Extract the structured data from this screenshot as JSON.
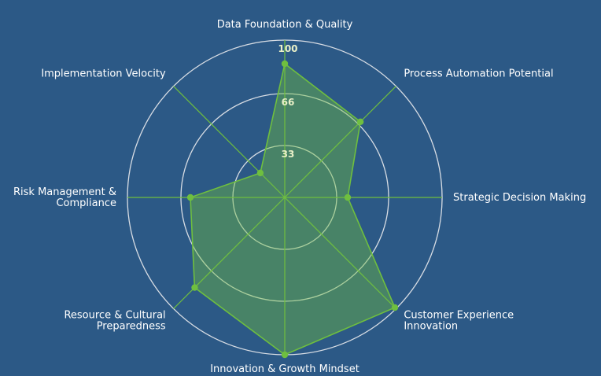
{
  "chart_data": {
    "type": "radar",
    "title": "",
    "axes": [
      "Data Foundation & Quality",
      "Process Automation Potential",
      "Strategic Decision Making",
      "Customer Experience Innovation",
      "Innovation & Growth Mindset",
      "Resource & Cultural Preparedness",
      "Risk Management & Compliance",
      "Implementation Velocity"
    ],
    "axis_label_lines": [
      [
        "Data Foundation & Quality"
      ],
      [
        "Process Automation Potential"
      ],
      [
        "Strategic Decision Making"
      ],
      [
        "Customer Experience",
        "Innovation"
      ],
      [
        "Innovation & Growth Mindset"
      ],
      [
        "Resource & Cultural",
        "Preparedness"
      ],
      [
        "Risk Management &",
        "Compliance"
      ],
      [
        "Implementation Velocity"
      ]
    ],
    "series": [
      {
        "values": [
          85,
          68,
          40,
          99,
          100,
          81,
          60,
          22
        ]
      }
    ],
    "rlim": [
      0,
      100
    ],
    "ticks": [
      33,
      66,
      100
    ],
    "tick_labels": [
      "33",
      "66",
      "100"
    ],
    "grid": true,
    "colors": {
      "background": "#2c5986",
      "grid_circle": "#d8dde4",
      "grid_spoke": "#6fbf3f",
      "series_line": "#6fbf3f",
      "series_fill": "#6fbf3f",
      "point": "#6fbf3f",
      "tick_text": "#e9f0c8",
      "label_text": "#ffffff"
    }
  }
}
